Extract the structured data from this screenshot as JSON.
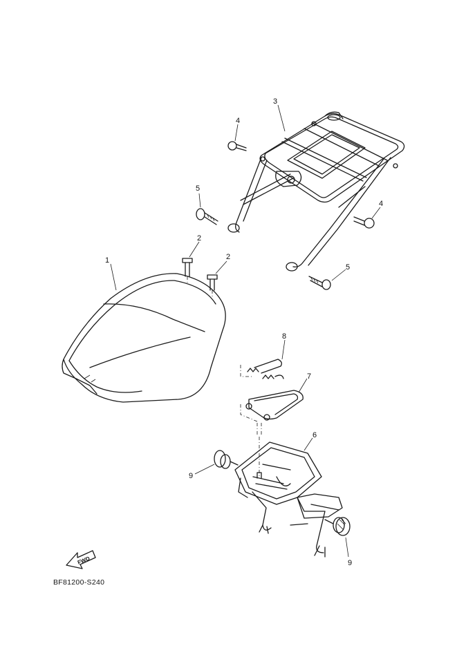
{
  "diagram_code": "BF81200-S240",
  "fwd_label": "FWD",
  "callouts": {
    "c1": "1",
    "c2a": "2",
    "c2b": "2",
    "c3": "3",
    "c4a": "4",
    "c4b": "4",
    "c5a": "5",
    "c5b": "5",
    "c6": "6",
    "c7": "7",
    "c8": "8",
    "c9a": "9",
    "c9b": "9"
  }
}
